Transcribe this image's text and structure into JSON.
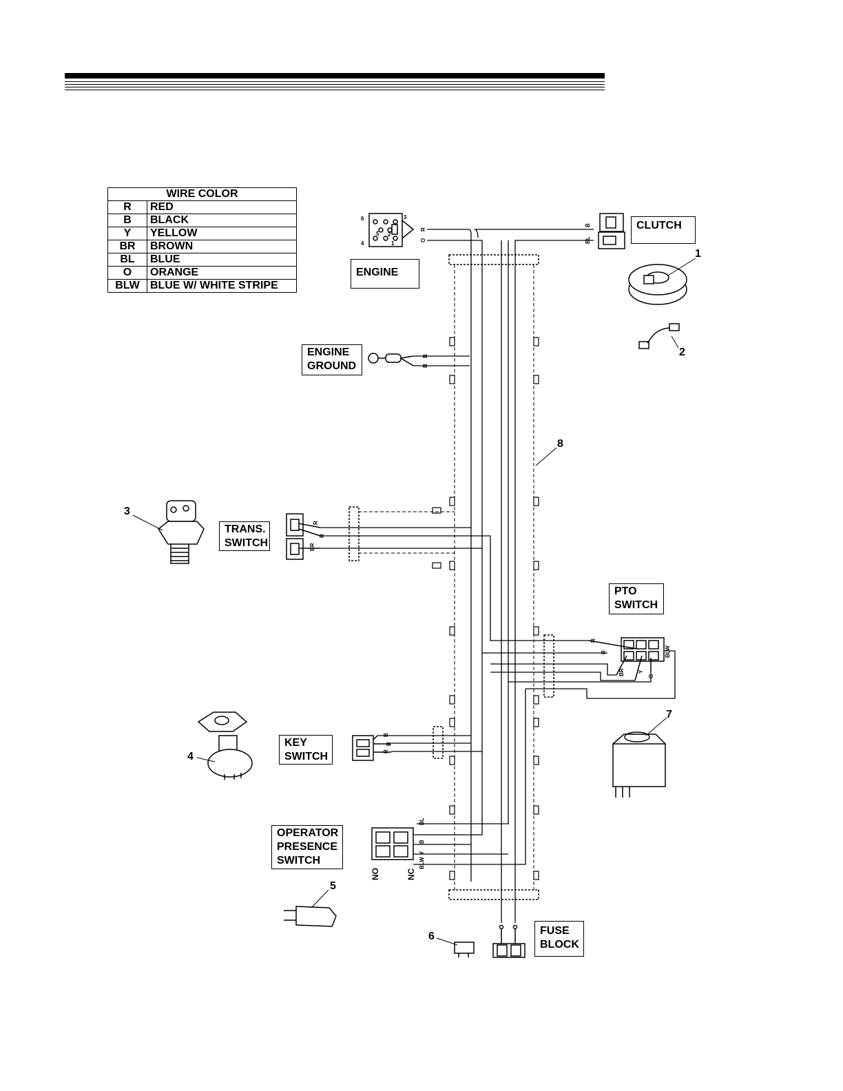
{
  "legend": {
    "title": "WIRE COLOR",
    "rows": [
      {
        "code": "R",
        "name": "RED"
      },
      {
        "code": "B",
        "name": "BLACK"
      },
      {
        "code": "Y",
        "name": "YELLOW"
      },
      {
        "code": "BR",
        "name": "BROWN"
      },
      {
        "code": "BL",
        "name": "BLUE"
      },
      {
        "code": "O",
        "name": "ORANGE"
      },
      {
        "code": "BLW",
        "name": "BLUE W/ WHITE STRIPE"
      }
    ]
  },
  "components": {
    "clutch": "CLUTCH",
    "engine": "ENGINE",
    "engine_ground": [
      "ENGINE",
      "GROUND"
    ],
    "trans_switch": [
      "TRANS.",
      "SWITCH"
    ],
    "pto_switch": [
      "PTO",
      "SWITCH"
    ],
    "key_switch": [
      "KEY",
      "SWITCH"
    ],
    "operator_switch": [
      "OPERATOR",
      "PRESENCE",
      "SWITCH"
    ],
    "fuse_block": [
      "FUSE",
      "BLOCK"
    ]
  },
  "callouts": [
    "1",
    "2",
    "3",
    "4",
    "5",
    "6",
    "7",
    "8"
  ],
  "wire_labels": {
    "engine_r": "R",
    "engine_o": "O",
    "clutch_b": "B",
    "clutch_bl": "BL",
    "ground_b1": "B",
    "ground_b2": "B",
    "trans_r1": "R",
    "trans_r2": "R",
    "trans_br": "BR",
    "pto_r1": "R",
    "pto_r2": "R",
    "pto_br": "BR",
    "pto_y": "Y",
    "pto_o": "O",
    "pto_blw": "BLW",
    "key_b1": "B",
    "key_b2": "B",
    "key_r": "R",
    "op_bl": "BL",
    "op_b": "B",
    "op_y": "Y",
    "op_blw": "BLW",
    "op_no": "NO",
    "op_nc": "NC",
    "engine_pins": [
      "6",
      "3",
      "5",
      "4",
      "1",
      "2"
    ]
  }
}
